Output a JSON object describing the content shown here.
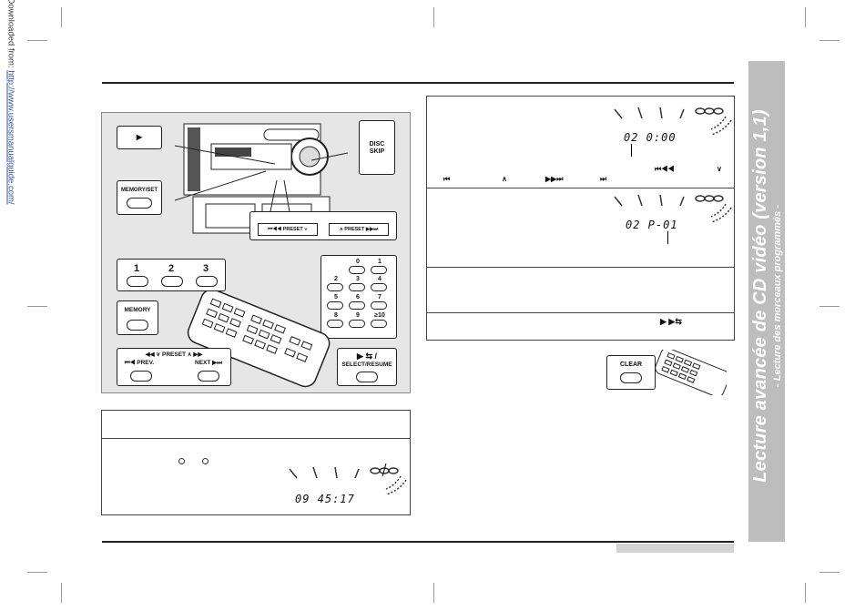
{
  "sidebar_url": {
    "prefix": "Downloaded from: ",
    "link": "http://www.usersmanualguide.com/"
  },
  "side_tab": {
    "title": "Lecture avancée de CD vidéo (version 1,1)",
    "subtitle": "- Lecture des morceaux programmés -"
  },
  "illustration": {
    "disc_skip": "DISC\nSKIP",
    "memory_set": "MEMORY/SET",
    "preset_down": "⏮◀◀ PRESET ∨",
    "preset_up": "∧ PRESET ▶▶⏭",
    "remote_discs": [
      "1",
      "2",
      "3"
    ],
    "memory": "MEMORY",
    "prev_label": "◀◀ ∨ PRESET ∧ ▶▶",
    "prev": "⏮◀ PREV.",
    "next": "NEXT ▶⏭",
    "select_resume": "SELECT/RESUME",
    "select_symbol": "▶ ⇆ /",
    "keypad": [
      "0",
      "1",
      "2",
      "3",
      "4",
      "5",
      "6",
      "7",
      "8",
      "9",
      "≥10"
    ]
  },
  "step1": {
    "lcd": "02  0:00",
    "symbols_row1": [
      "⏮◀◀",
      "∨"
    ],
    "symbols_row2": [
      "⏮",
      "∧",
      "▶▶⏭",
      "⏭"
    ]
  },
  "step2": {
    "lcd": "02  P-01"
  },
  "step4": {
    "symbols": "▶ ▶⇆"
  },
  "clear": {
    "label": "CLEAR"
  },
  "lower_box": {
    "lcd": "09  45:17"
  }
}
